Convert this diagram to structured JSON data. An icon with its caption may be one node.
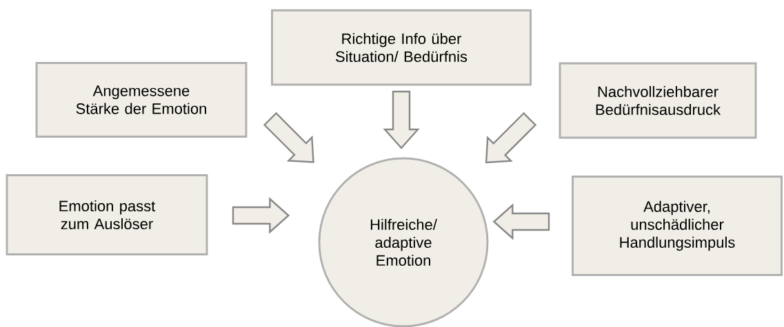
{
  "diagram": {
    "nodes": [
      {
        "text": [
          "Richtige Info über Situation/ Bedürfnis"
        ]
      },
      {
        "text": [
          "Angemessene Stärke der Emotion"
        ]
      },
      {
        "text": [
          "Nachvollziehbarer Bedürfnisausdruck"
        ]
      },
      {
        "text": [
          "Emotion passt zum Auslöser"
        ]
      },
      {
        "text": [
          "Adaptiver, unschädlicher Handlungsimpuls"
        ]
      },
      {
        "text": [
          "Hilfreiche/ adaptive Emotion"
        ]
      }
    ],
    "edges": [
      {
        "from": 0,
        "to": 5,
        "arrow": "to"
      },
      {
        "from": 1,
        "to": 5,
        "arrow": "to"
      },
      {
        "from": 2,
        "to": 5,
        "arrow": "to"
      },
      {
        "from": 3,
        "to": 5,
        "arrow": "to"
      },
      {
        "from": 4,
        "to": 5,
        "arrow": "to"
      }
    ]
  }
}
